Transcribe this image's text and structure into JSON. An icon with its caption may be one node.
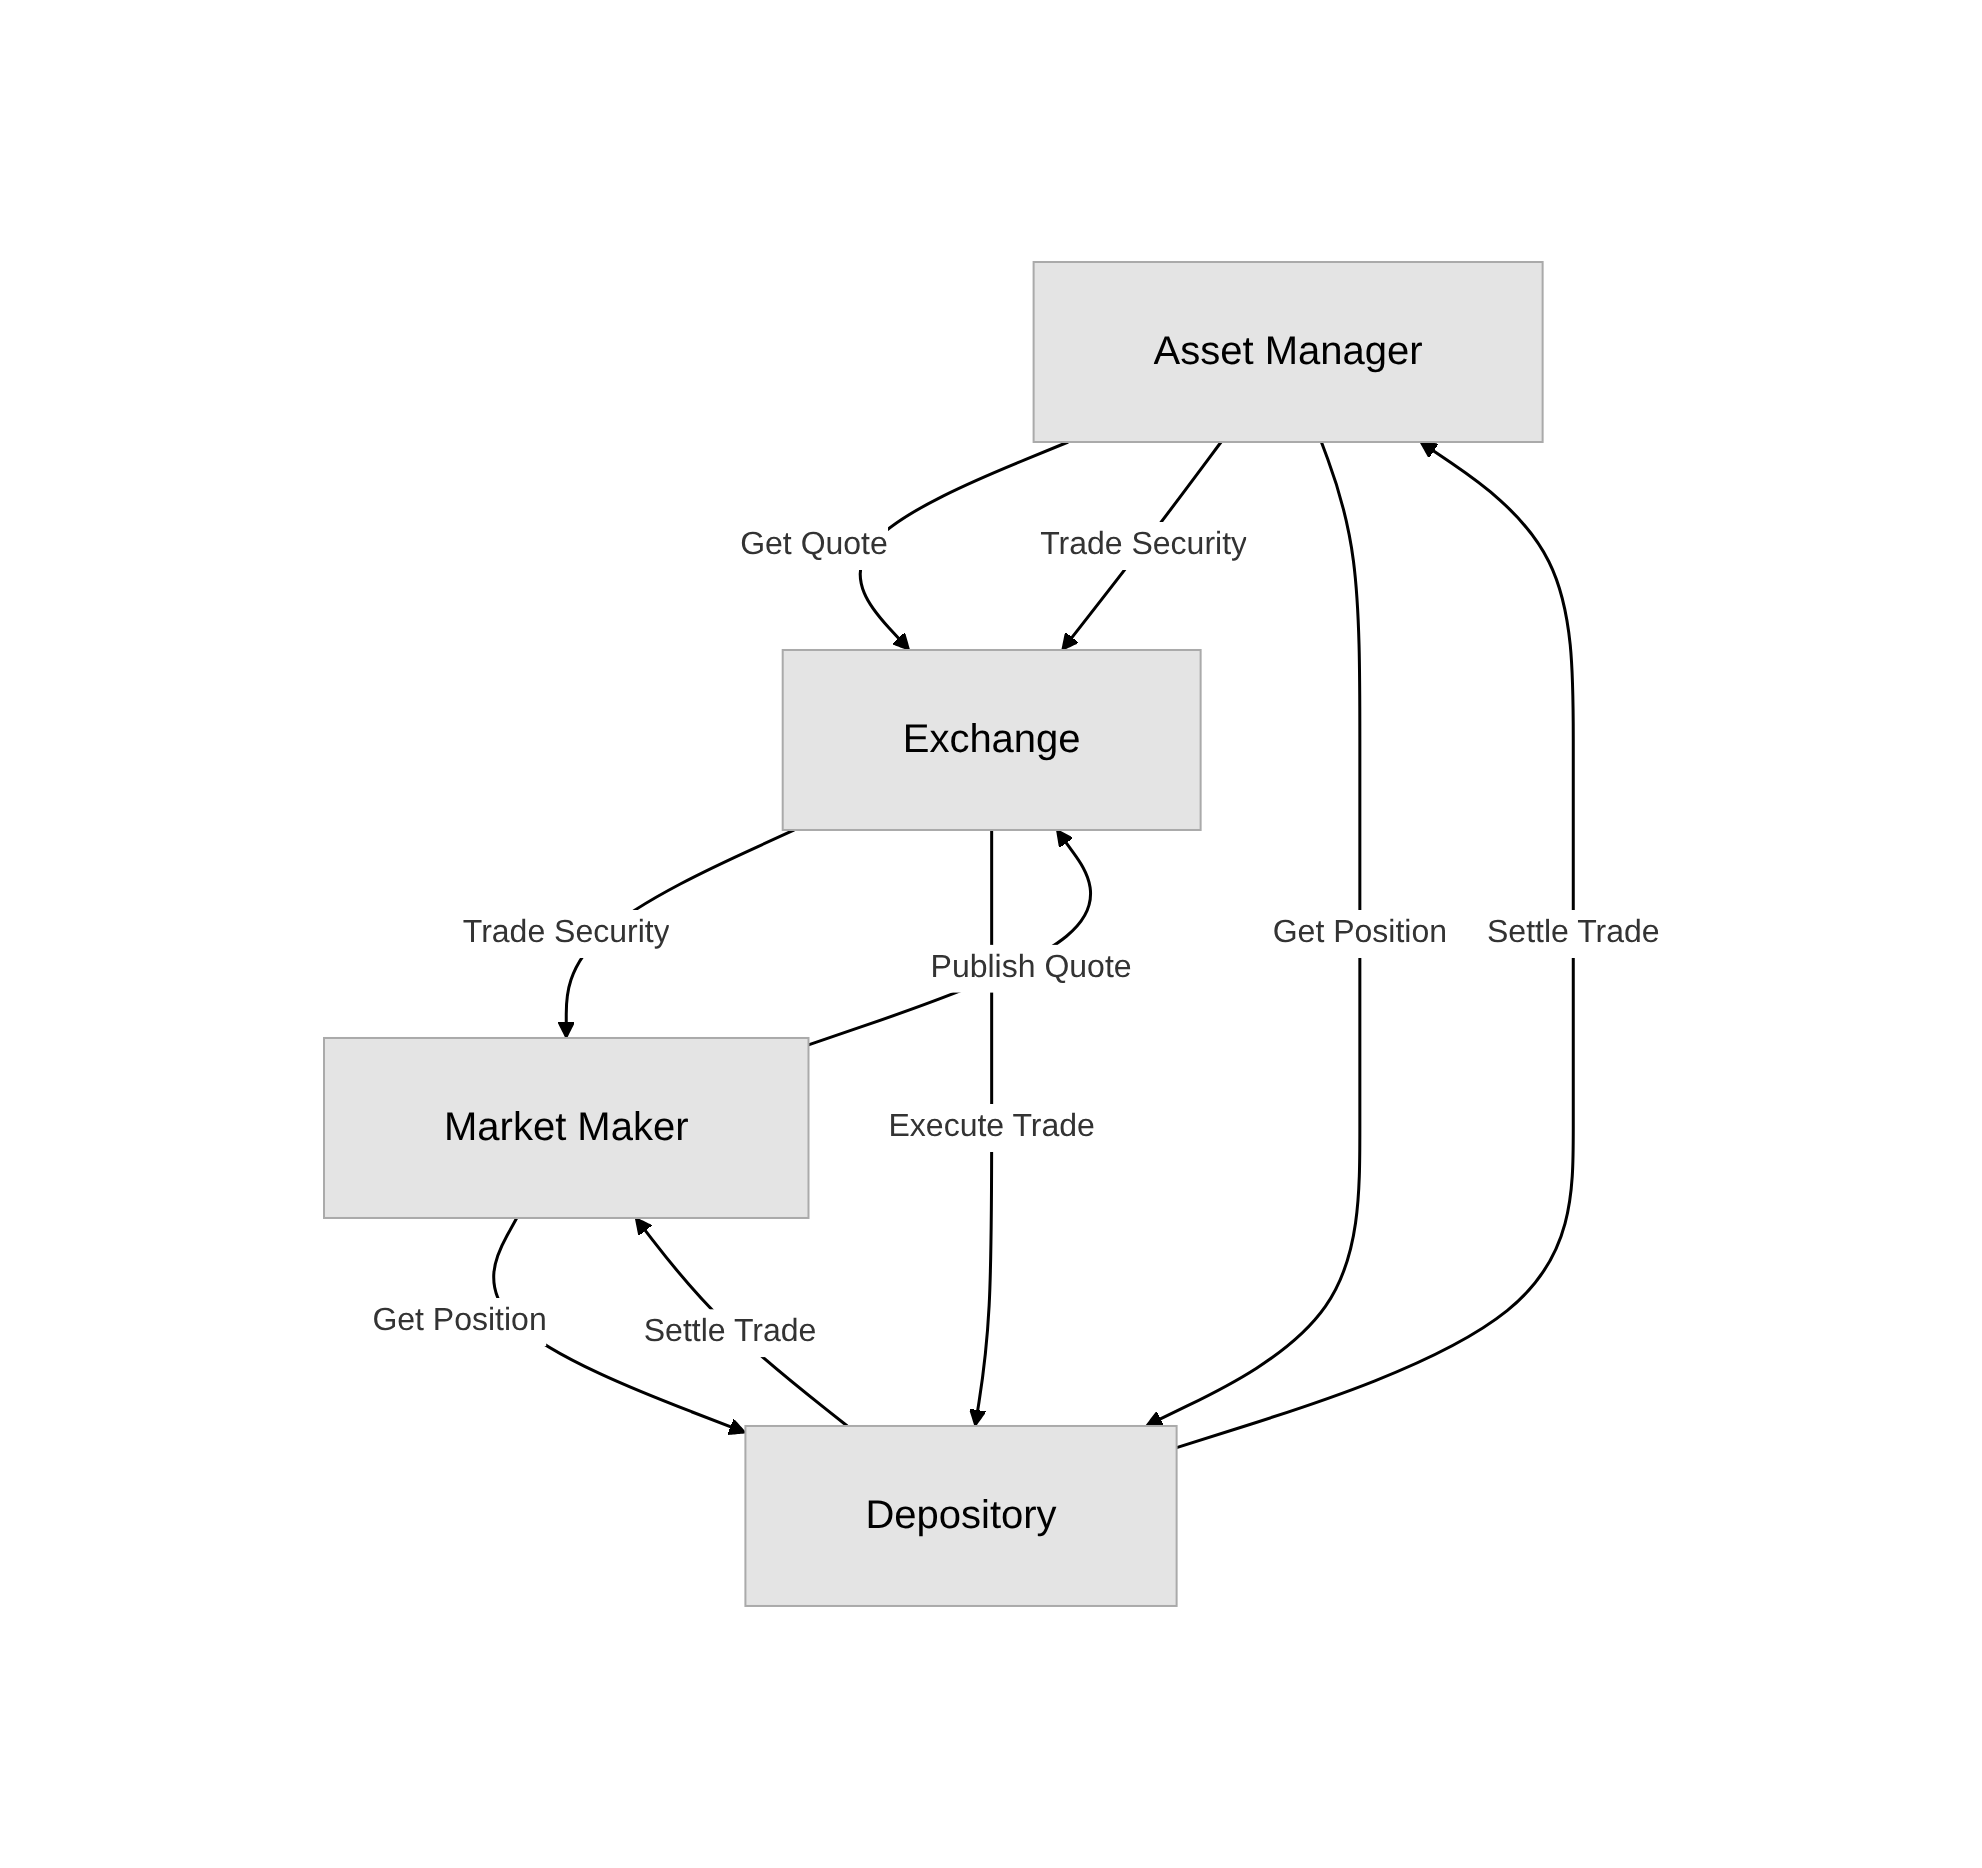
{
  "diagram": {
    "nodes": [
      {
        "text": [
          "Asset Manager"
        ]
      },
      {
        "text": [
          "Market Maker"
        ]
      },
      {
        "text": [
          "Exchange"
        ]
      },
      {
        "text": [
          "Depository"
        ]
      }
    ],
    "edges": [
      {
        "from": 0,
        "to": 2,
        "arrow": "to",
        "label": "Get Quote"
      },
      {
        "from": 0,
        "to": 2,
        "arrow": "to",
        "label": "Trade Security"
      },
      {
        "from": 1,
        "to": 2,
        "arrow": "to",
        "label": "Publish Quote"
      },
      {
        "from": 2,
        "to": 1,
        "arrow": "to",
        "label": "Trade Security"
      },
      {
        "from": 2,
        "to": 3,
        "arrow": "to",
        "label": "Execute Trade"
      },
      {
        "from": 3,
        "to": 0,
        "arrow": "to",
        "label": "Settle Trade"
      },
      {
        "from": 0,
        "to": 3,
        "arrow": "to",
        "label": "Get Position"
      },
      {
        "from": 3,
        "to": 1,
        "arrow": "to",
        "label": "Settle Trade"
      },
      {
        "from": 1,
        "to": 3,
        "arrow": "to",
        "label": "Get Position"
      }
    ]
  }
}
